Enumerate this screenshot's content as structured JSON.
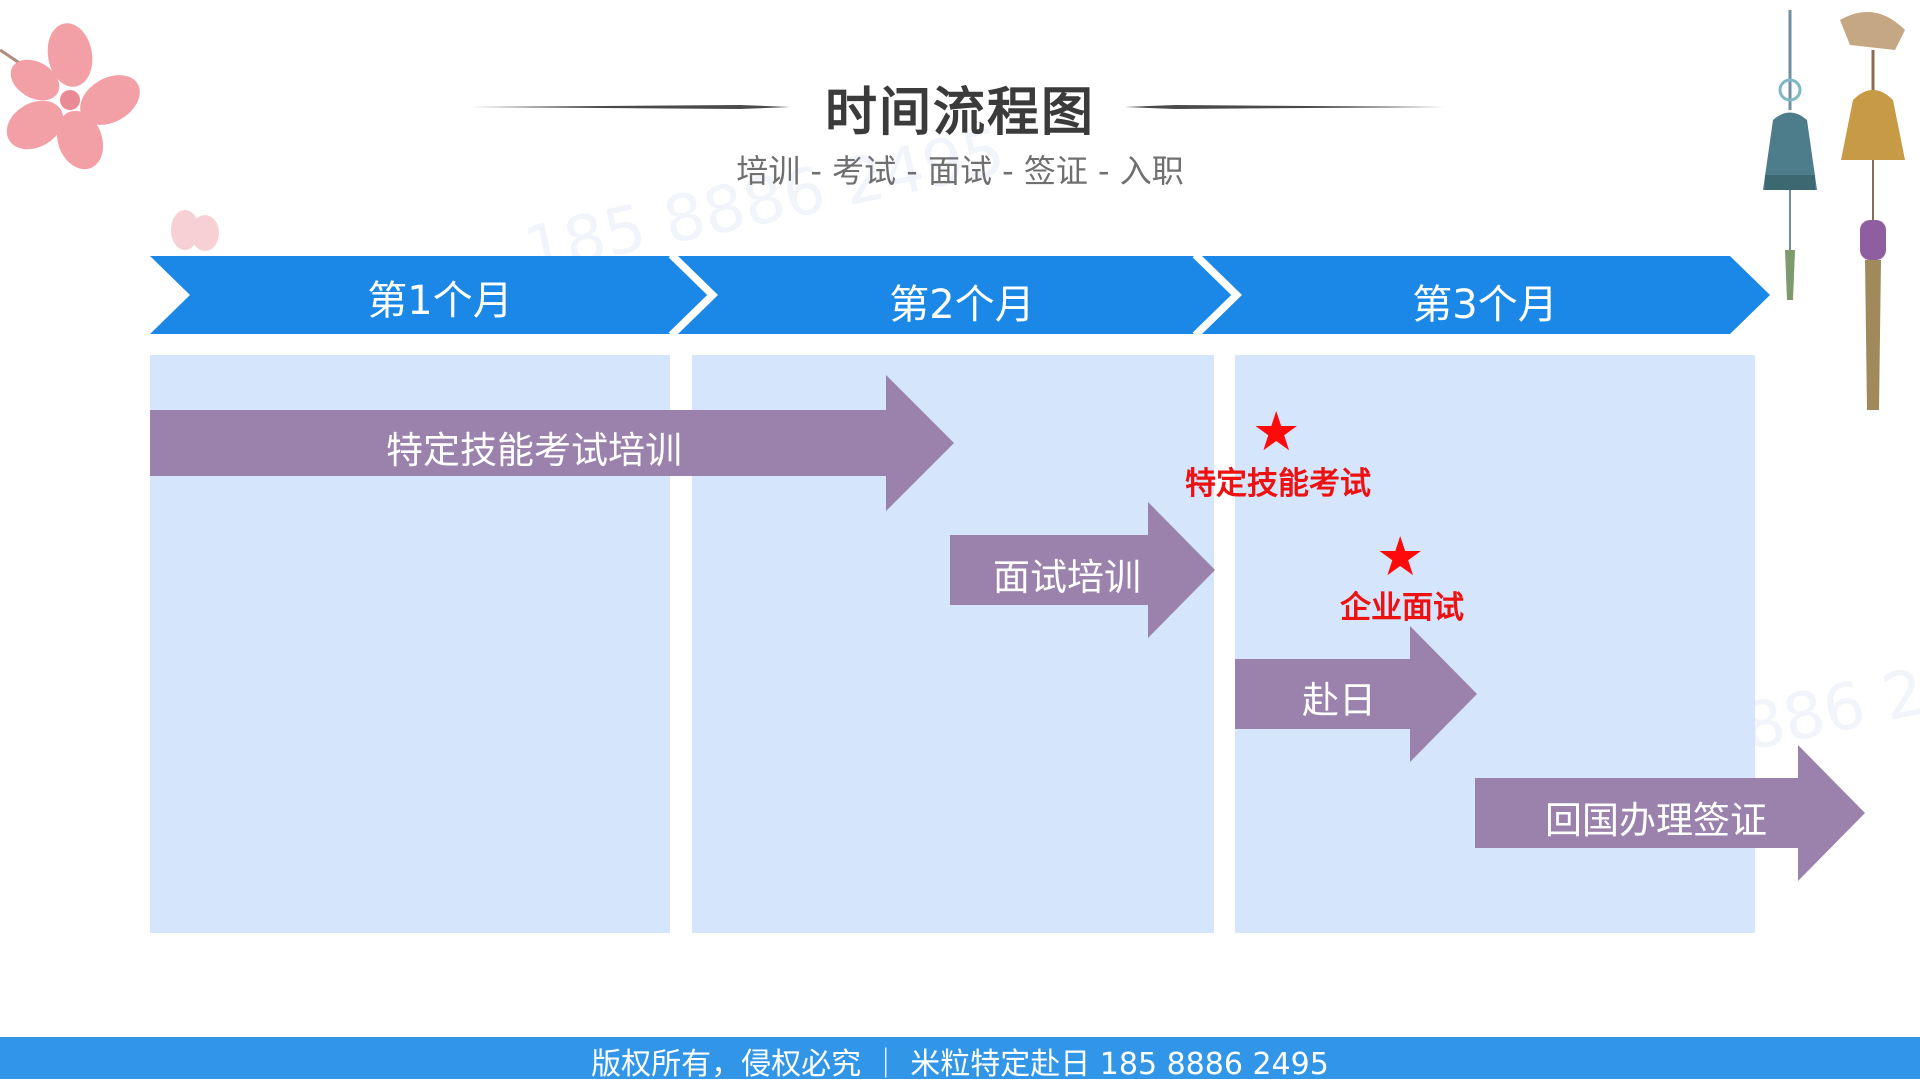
{
  "header": {
    "title": "时间流程图",
    "subtitle": "培训 - 考试 - 面试 - 签证 - 入职"
  },
  "months": [
    {
      "label": "第1个月"
    },
    {
      "label": "第2个月"
    },
    {
      "label": "第3个月"
    }
  ],
  "tasks": [
    {
      "label": "特定技能考试培训"
    },
    {
      "label": "面试培训"
    },
    {
      "label": "赴日"
    },
    {
      "label": "回国办理签证"
    }
  ],
  "milestones": [
    {
      "label": "特定技能考试",
      "icon": "star-icon"
    },
    {
      "label": "企业面试",
      "icon": "star-icon"
    }
  ],
  "watermark": {
    "text": "185 8886 2495"
  },
  "footer": {
    "text": "版权所有，侵权必究 ｜ 米粒特定赴日 185 8886 2495"
  },
  "colors": {
    "header_bar": "#1b87e6",
    "panel": "#d5e5fb",
    "task_arrow": "#9a82ac",
    "milestone": "#ff0a0a",
    "footer": "#3296e8",
    "title": "#3b3b3b"
  }
}
